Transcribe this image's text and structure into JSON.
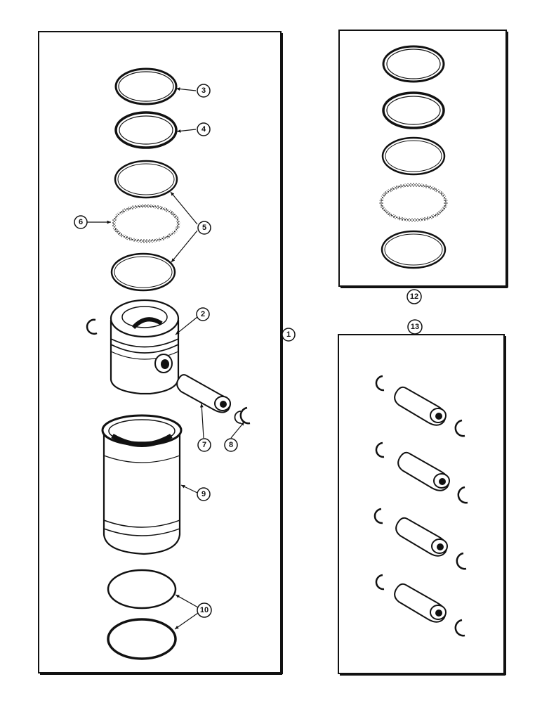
{
  "colors": {
    "ink": "#111111",
    "paper": "#ffffff"
  },
  "callouts": {
    "c1": "1",
    "c2": "2",
    "c3": "3",
    "c4": "4",
    "c5": "5",
    "c6": "6",
    "c7": "7",
    "c8": "8",
    "c9": "9",
    "c10": "10",
    "c12": "12",
    "c13": "13"
  }
}
